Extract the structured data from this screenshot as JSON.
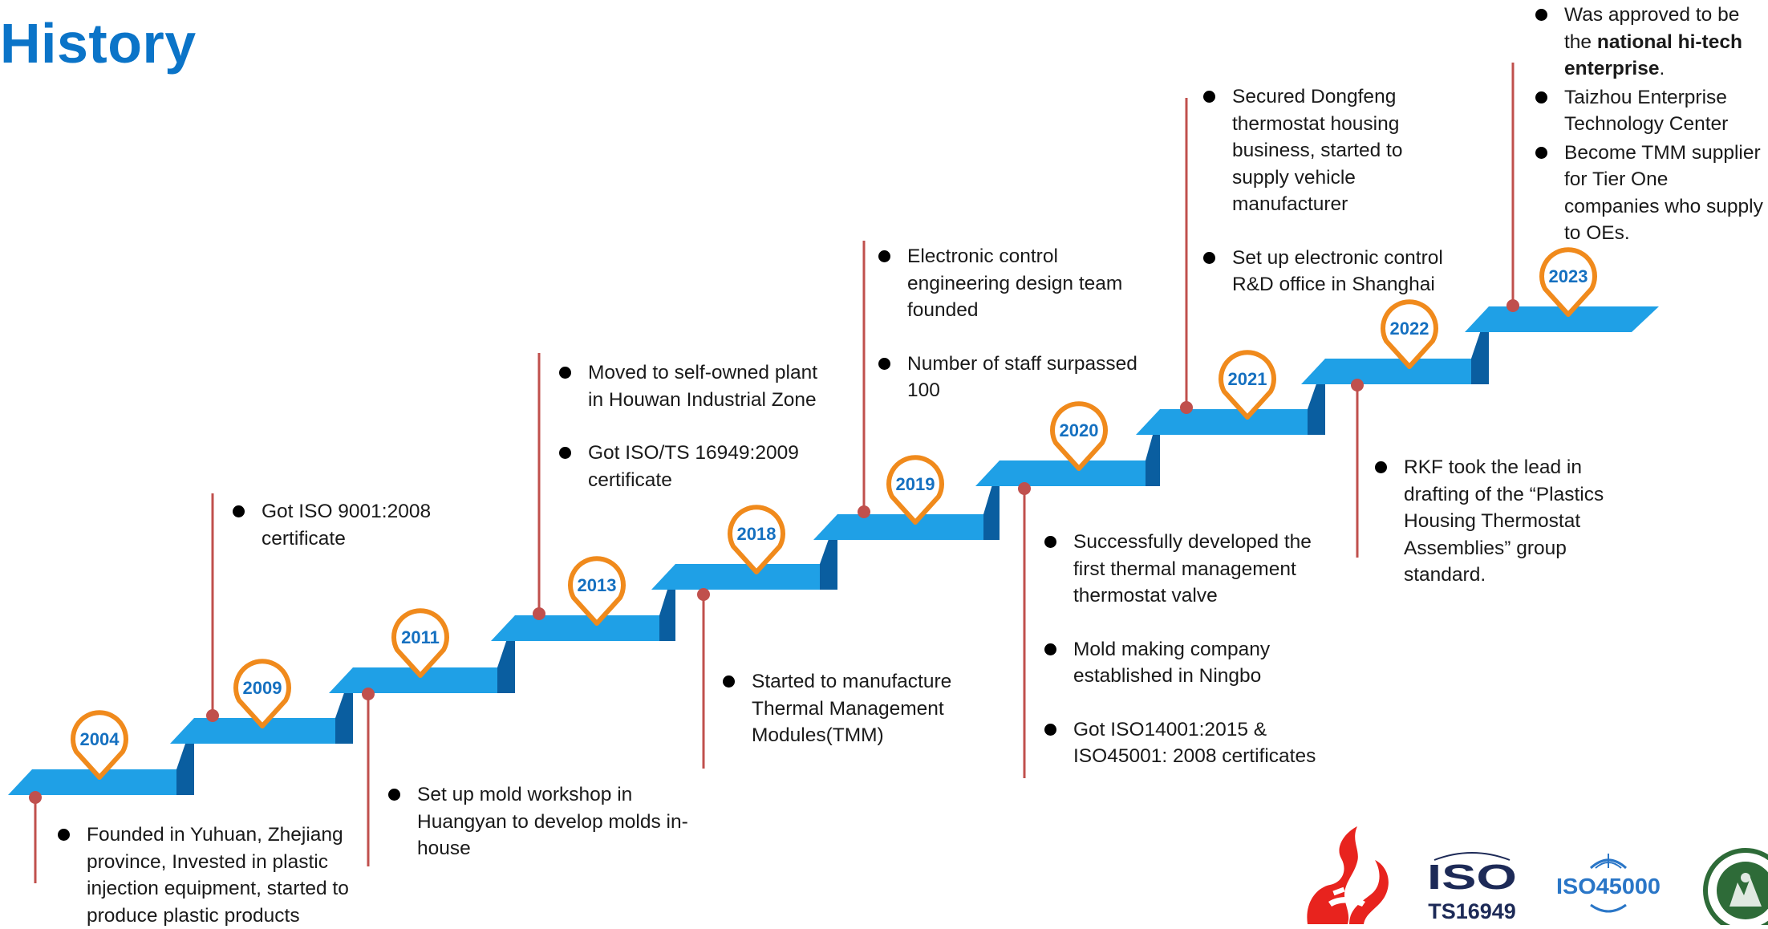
{
  "page": {
    "title": "History"
  },
  "timeline": [
    {
      "year": "2004",
      "items": [
        {
          "text": "Founded in Yuhuan,  Zhejiang province,  Invested in plastic injection equipment,  started to produce  plastic products"
        }
      ]
    },
    {
      "year": "2009",
      "items": [
        {
          "text": "Got ISO 9001:2008 certificate"
        }
      ]
    },
    {
      "year": "2011",
      "items": [
        {
          "text": "Set up mold workshop in Huangyan to develop molds in-house"
        }
      ]
    },
    {
      "year": "2013",
      "items": [
        {
          "text": "Moved to self-owned plant in Houwan Industrial Zone"
        },
        {
          "text": "Got ISO/TS 16949:2009 certificate"
        }
      ]
    },
    {
      "year": "2018",
      "items": [
        {
          "text": "Started to manufacture Thermal Management Modules(TMM)"
        }
      ]
    },
    {
      "year": "2019",
      "items": [
        {
          "text": "Electronic control engineering design team founded"
        },
        {
          "text": "Number of staff surpassed 100"
        }
      ]
    },
    {
      "year": "2020",
      "items": [
        {
          "text": "Successfully developed the first thermal management thermostat valve"
        },
        {
          "text": "Mold making  company established in Ningbo"
        },
        {
          "text": "Got ISO14001:2015 & ISO45001: 2008 certificates"
        }
      ]
    },
    {
      "year": "2021",
      "items": [
        {
          "text": "Secured Dongfeng thermostat housing business, started to supply vehicle manufacturer"
        },
        {
          "text": "Set up electronic control R&D office in Shanghai"
        }
      ]
    },
    {
      "year": "2022",
      "items": [
        {
          "text": "RKF took the lead in drafting of the  “Plastics Housing  Thermostat Assemblies” group standard."
        }
      ]
    },
    {
      "year": "2023",
      "items": [
        {
          "pre": "Was approved to be the ",
          "bold": "national hi-tech enterprise",
          "post": "."
        },
        {
          "text": "Taizhou Enterprise Technology Center"
        },
        {
          "text": "Become TMM supplier for Tier One companies who supply to OEs."
        }
      ]
    }
  ],
  "logos": {
    "iso_ts_top": "ISO",
    "iso_ts_bottom": "TS16949",
    "iso45000": "ISO45000"
  },
  "colors": {
    "title": "#0b74c8",
    "step_top": "#1fa0e6",
    "step_riser": "#0a5ea0",
    "pin": "#f08a1c",
    "year_text": "#1570c0",
    "stem": "#c0504d",
    "logo_red": "#e8231e",
    "logo_navy": "#1d2a57",
    "logo_blue": "#2a76c7",
    "logo_green": "#2e6b38"
  }
}
